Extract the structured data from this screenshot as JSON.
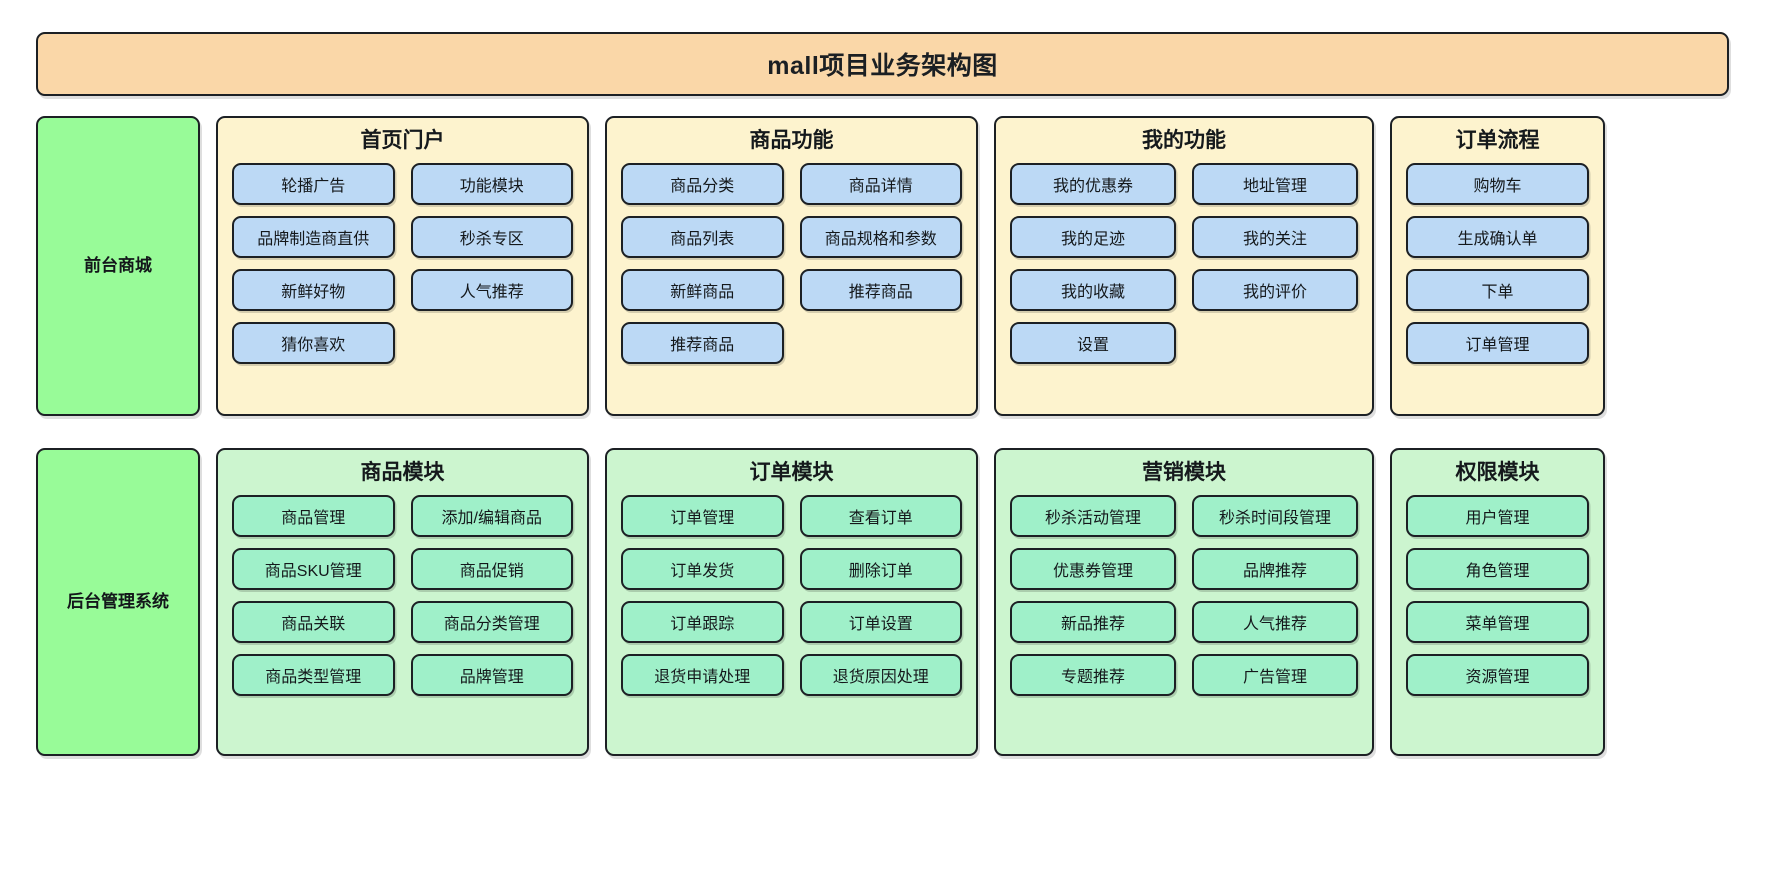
{
  "diagram": {
    "title": "mall项目业务架构图",
    "rows": [
      {
        "side_label": "前台商城",
        "groups": [
          {
            "title": "首页门户",
            "columns": 2,
            "chip_style": "blue",
            "items": [
              "轮播广告",
              "功能模块",
              "品牌制造商直供",
              "秒杀专区",
              "新鲜好物",
              "人气推荐",
              "猜你喜欢"
            ]
          },
          {
            "title": "商品功能",
            "columns": 2,
            "chip_style": "blue",
            "items": [
              "商品分类",
              "商品详情",
              "商品列表",
              "商品规格和参数",
              "新鲜商品",
              "推荐商品",
              "推荐商品"
            ]
          },
          {
            "title": "我的功能",
            "columns": 2,
            "chip_style": "blue",
            "items": [
              "我的优惠券",
              "地址管理",
              "我的足迹",
              "我的关注",
              "我的收藏",
              "我的评价",
              "设置"
            ]
          },
          {
            "title": "订单流程",
            "columns": 1,
            "chip_style": "blue",
            "items": [
              "购物车",
              "生成确认单",
              "下单",
              "订单管理"
            ]
          }
        ]
      },
      {
        "side_label": "后台管理系统",
        "groups": [
          {
            "title": "商品模块",
            "columns": 2,
            "chip_style": "mint",
            "items": [
              "商品管理",
              "添加/编辑商品",
              "商品SKU管理",
              "商品促销",
              "商品关联",
              "商品分类管理",
              "商品类型管理",
              "品牌管理"
            ]
          },
          {
            "title": "订单模块",
            "columns": 2,
            "chip_style": "mint",
            "items": [
              "订单管理",
              "查看订单",
              "订单发货",
              "删除订单",
              "订单跟踪",
              "订单设置",
              "退货申请处理",
              "退货原因处理"
            ]
          },
          {
            "title": "营销模块",
            "columns": 2,
            "chip_style": "mint",
            "items": [
              "秒杀活动管理",
              "秒杀时间段管理",
              "优惠券管理",
              "品牌推荐",
              "新品推荐",
              "人气推荐",
              "专题推荐",
              "广告管理"
            ]
          },
          {
            "title": "权限模块",
            "columns": 1,
            "chip_style": "mint",
            "items": [
              "用户管理",
              "角色管理",
              "菜单管理",
              "资源管理"
            ]
          }
        ]
      }
    ],
    "colors": {
      "title_banner": "#fad7a8",
      "side_label": "#98fb98",
      "front_group": "#fdf3ce",
      "admin_group": "#ccf5cf",
      "front_chip": "#bcd9f5",
      "admin_chip": "#9ff0c9",
      "stroke": "#1c2024"
    }
  }
}
